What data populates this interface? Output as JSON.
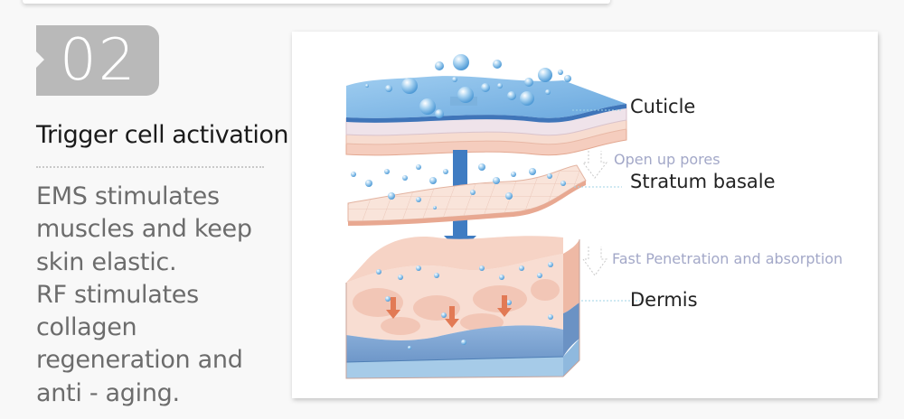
{
  "step": {
    "number": "02",
    "title": "Trigger cell activation",
    "description_lines": [
      "EMS stimulates",
      "muscles and keep",
      "skin elastic.",
      "RF stimulates",
      "collagen",
      "regeneration and",
      "anti - aging."
    ]
  },
  "diagram": {
    "layers": [
      {
        "label": "Cuticle"
      },
      {
        "label": "Stratum basale"
      },
      {
        "label": "Dermis"
      }
    ],
    "annotations": [
      {
        "text": "Open up pores",
        "icon": "dotted-down-arrow-icon"
      },
      {
        "text": "Fast Penetration and absorption",
        "icon": "dotted-down-arrow-icon"
      }
    ],
    "colors": {
      "water_blue": "#6fb0e0",
      "arrow_blue": "#3d7fc4",
      "skin_pink": "#f4d2c4",
      "dermis_blue": "#7ea7d3",
      "arrow_orange": "#e0774f",
      "annotation_text": "#a3a8c8"
    }
  },
  "badge": {
    "color": "#b9b9b9"
  }
}
